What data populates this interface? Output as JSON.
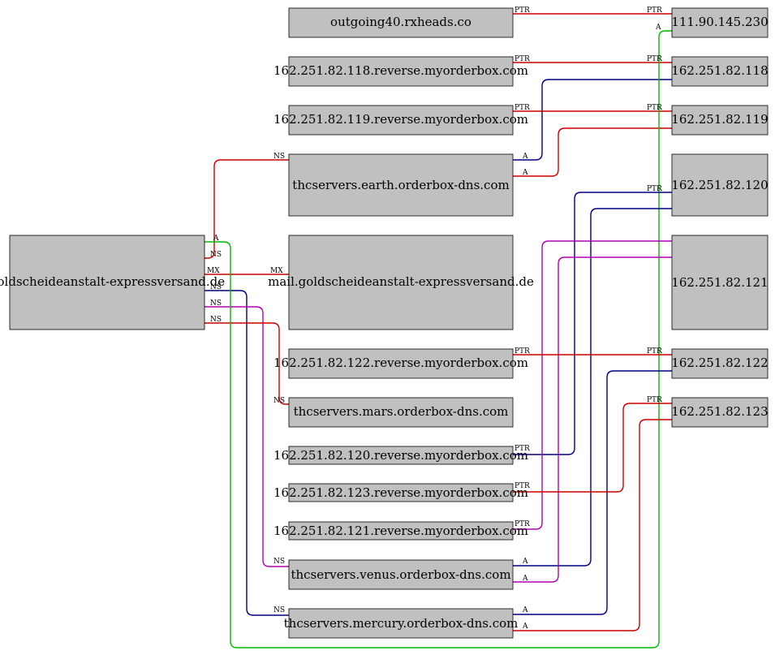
{
  "colors": {
    "red": "#cc0000",
    "navy": "#000080",
    "magenta": "#b000b0",
    "green": "#00bb00",
    "node_fill": "#c0c0c0"
  },
  "nodes": {
    "root": "goldscheideanstalt-expressversand.de",
    "outgoing": "outgoing40.rxheads.co",
    "rev118": "162.251.82.118.reverse.myorderbox.com",
    "rev119": "162.251.82.119.reverse.myorderbox.com",
    "earth": "thcservers.earth.orderbox-dns.com",
    "mail": "mail.goldscheideanstalt-expressversand.de",
    "rev122": "162.251.82.122.reverse.myorderbox.com",
    "mars": "thcservers.mars.orderbox-dns.com",
    "rev120": "162.251.82.120.reverse.myorderbox.com",
    "rev123": "162.251.82.123.reverse.myorderbox.com",
    "rev121": "162.251.82.121.reverse.myorderbox.com",
    "venus": "thcservers.venus.orderbox-dns.com",
    "mercury": "thcservers.mercury.orderbox-dns.com",
    "ip230": "111.90.145.230",
    "ip118": "162.251.82.118",
    "ip119": "162.251.82.119",
    "ip120": "162.251.82.120",
    "ip121": "162.251.82.121",
    "ip122": "162.251.82.122",
    "ip123": "162.251.82.123"
  },
  "edges": [
    {
      "id": "outgoing-ip230",
      "color": "red",
      "labels": [
        "PTR",
        "PTR"
      ]
    },
    {
      "id": "rev118-ip118",
      "color": "red",
      "labels": [
        "PTR",
        "PTR"
      ]
    },
    {
      "id": "rev119-ip119",
      "color": "red",
      "labels": [
        "PTR",
        "PTR"
      ]
    },
    {
      "id": "earth-ip118",
      "color": "navy",
      "labels": [
        "A"
      ]
    },
    {
      "id": "earth-ip119",
      "color": "red",
      "labels": [
        "A"
      ]
    },
    {
      "id": "root-earth",
      "color": "red",
      "labels": [
        "NS"
      ]
    },
    {
      "id": "root-ip230",
      "color": "green",
      "labels": [
        "A"
      ]
    },
    {
      "id": "root-mail",
      "color": "red",
      "labels": [
        "MX",
        "MX"
      ]
    },
    {
      "id": "root-mercury",
      "color": "navy",
      "labels": [
        "NS"
      ]
    },
    {
      "id": "root-venus",
      "color": "magenta",
      "labels": [
        "NS"
      ]
    },
    {
      "id": "root-mars",
      "color": "red",
      "labels": [
        "NS",
        "NS"
      ]
    },
    {
      "id": "rev122-ip122",
      "color": "red",
      "labels": [
        "PTR",
        "PTR"
      ]
    },
    {
      "id": "rev120-ip120",
      "color": "navy",
      "labels": [
        "PTR",
        "PTR"
      ]
    },
    {
      "id": "rev123-ip123",
      "color": "red",
      "labels": [
        "PTR",
        "PTR"
      ]
    },
    {
      "id": "rev121-ip121",
      "color": "magenta",
      "labels": [
        "PTR",
        "PTR"
      ]
    },
    {
      "id": "venus-ip120",
      "color": "navy",
      "labels": [
        "A"
      ]
    },
    {
      "id": "venus-ip121",
      "color": "magenta",
      "labels": [
        "A"
      ]
    },
    {
      "id": "mercury-ip122",
      "color": "navy",
      "labels": [
        "A"
      ]
    },
    {
      "id": "mercury-ip123",
      "color": "red",
      "labels": [
        "A"
      ]
    }
  ]
}
